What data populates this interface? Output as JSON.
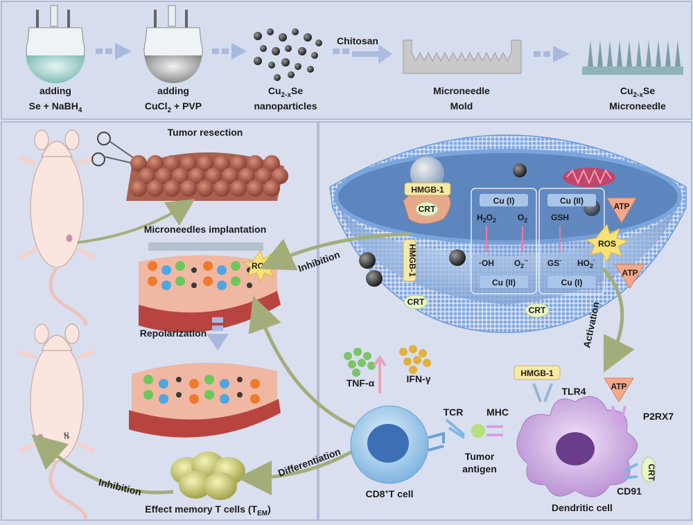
{
  "synthesis": {
    "step1": {
      "line1": "adding",
      "line2a": "Se + NaBH",
      "line2sub": "4"
    },
    "step2": {
      "line1": "adding",
      "line2a": "CuCl",
      "line2sub": "2",
      "line2b": " + PVP"
    },
    "step3": {
      "line1a": "Cu",
      "line1sub": "2-x",
      "line1b": "Se",
      "line2": "nanoparticles"
    },
    "chitosan": "Chitosan",
    "step4": {
      "line1": "Microneedle",
      "line2": "Mold"
    },
    "step5": {
      "line1a": "Cu",
      "line1sub": "2-x",
      "line1b": "Se",
      "line2": "Microneedle"
    }
  },
  "left": {
    "tumor_resection": "Tumor resection",
    "microneedles_implantation": "Microneedles implantation",
    "ros": "ROS",
    "repolarization": "Repolarization",
    "inhibition_top": "Inhibition",
    "inhibition_bottom": "Inhibition",
    "differentiation": "Differentiation",
    "tem_label": {
      "a": "Effect memory T cells (T",
      "sub": "EM",
      "b": ")"
    },
    "cd8_label": {
      "a": "CD8",
      "sup": "+",
      "b": "T cell"
    }
  },
  "cell": {
    "hmgb1_a": "HMGB-1",
    "hmgb1_b": "HMGB-1",
    "crt_a": "CRT",
    "crt_b": "CRT",
    "crt_c": "CRT",
    "box_left": {
      "top": "Cu (I)",
      "r1a": "H",
      "r1sub1": "2",
      "r1b": "O",
      "r1sub2": "2",
      "r1c": "O",
      "r1sub3": "2",
      "p1": "·OH",
      "p2a": "O",
      "p2sub": "2",
      "p2sup": "·-",
      "bottom": "Cu (II)"
    },
    "box_right": {
      "top": "Cu (II)",
      "r1": "GSH",
      "p1a": "GS",
      "p1sup": "-",
      "p2a": "HO",
      "p2sub": "2",
      "p2sup": "·",
      "bottom": "Cu (I)"
    },
    "atp_a": "ATP",
    "atp_b": "ATP",
    "ros": "ROS",
    "activation": "Activation"
  },
  "immune": {
    "tnf": "TNF-α",
    "ifn": "IFN-γ",
    "tcr": "TCR",
    "mhc": "MHC",
    "tumor_antigen_1": "Tumor",
    "tumor_antigen_2": "antigen",
    "hmgb1": "HMGB-1",
    "tlr4": "TLR4",
    "atp": "ATP",
    "p2rx7": "P2RX7",
    "crt": "CRT",
    "cd91": "CD91",
    "dendritic": "Dendritic cell"
  },
  "colors": {
    "panel_bg": "#d9dfef",
    "border": "#9aa6c8",
    "arrow": "#a9b8dd",
    "curve": "#a3ad7a",
    "cell_blue": "#5b8fd6",
    "yellow": "#f6e9a6"
  }
}
